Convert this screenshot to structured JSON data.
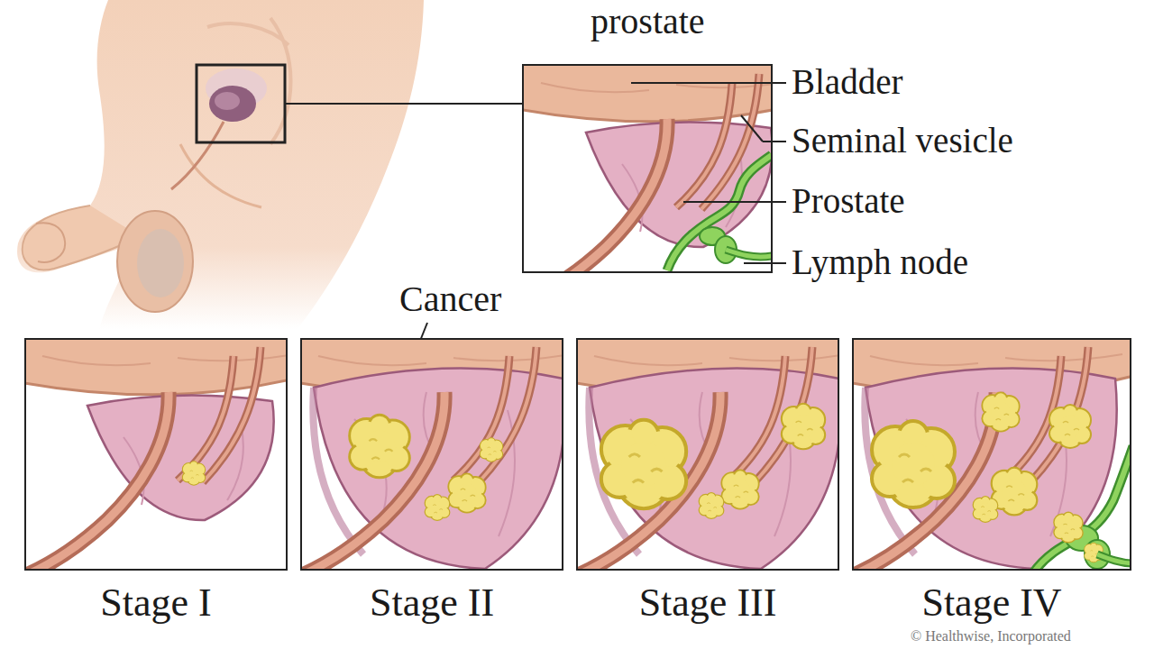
{
  "diagram": {
    "title": "prostate",
    "nodes": [
      {
        "text": [
          "Stage I"
        ]
      },
      {
        "text": [
          "Stage II"
        ]
      },
      {
        "text": [
          "Stage III"
        ]
      },
      {
        "text": [
          "Stage IV"
        ]
      }
    ],
    "labels": [
      "Bladder",
      "Seminal vesicle",
      "Prostate",
      "Lymph node",
      "Cancer",
      "© Healthwise, Incorporated"
    ]
  }
}
